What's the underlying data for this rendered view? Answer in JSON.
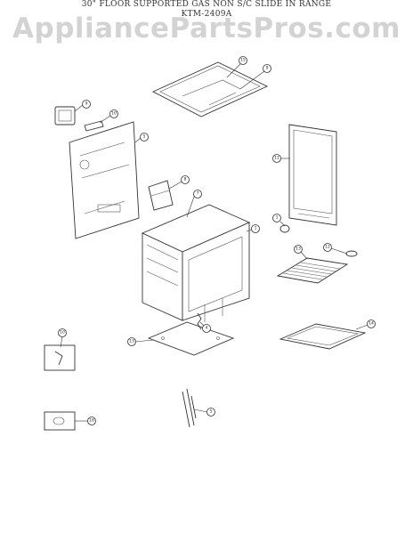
{
  "header": {
    "title_line1": "30\" FLOOR SUPPORTED GAS NON S/C SLIDE IN RANGE",
    "title_line2": "KTM-2409A"
  },
  "watermark": "AppliancePartsPros.com",
  "callouts": {
    "top_a": "15",
    "top_b": "9",
    "knob": "9",
    "panel_label": "10",
    "back_panel": "5",
    "door_right": "11",
    "burner_cap": "8",
    "burner": "7",
    "oven_body": "1",
    "knob_right": "1",
    "rack": "13",
    "rack_clip": "12",
    "spring": "4",
    "base_plate": "13",
    "broil_pan": "14",
    "switch_part": "10",
    "leg_bolt": "5",
    "small_part": "18"
  }
}
